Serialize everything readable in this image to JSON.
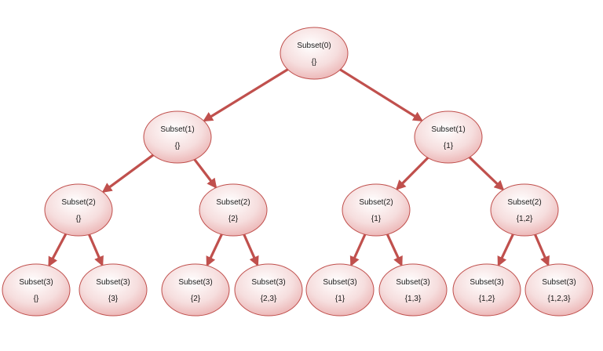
{
  "diagram": {
    "nodes": [
      {
        "id": "n0",
        "title": "Subset(0)",
        "set": "{}"
      },
      {
        "id": "n1a",
        "title": "Subset(1)",
        "set": "{}"
      },
      {
        "id": "n1b",
        "title": "Subset(1)",
        "set": "{1}"
      },
      {
        "id": "n2a",
        "title": "Subset(2)",
        "set": "{}"
      },
      {
        "id": "n2b",
        "title": "Subset(2)",
        "set": "{2}"
      },
      {
        "id": "n2c",
        "title": "Subset(2)",
        "set": "{1}"
      },
      {
        "id": "n2d",
        "title": "Subset(2)",
        "set": "{1,2}"
      },
      {
        "id": "n3a",
        "title": "Subset(3)",
        "set": "{}"
      },
      {
        "id": "n3b",
        "title": "Subset(3)",
        "set": "{3}"
      },
      {
        "id": "n3c",
        "title": "Subset(3)",
        "set": "{2}"
      },
      {
        "id": "n3d",
        "title": "Subset(3)",
        "set": "{2,3}"
      },
      {
        "id": "n3e",
        "title": "Subset(3)",
        "set": "{1}"
      },
      {
        "id": "n3f",
        "title": "Subset(3)",
        "set": "{1,3}"
      },
      {
        "id": "n3g",
        "title": "Subset(3)",
        "set": "{1,2}"
      },
      {
        "id": "n3h",
        "title": "Subset(3)",
        "set": "{1,2,3}"
      }
    ],
    "edges": [
      [
        "n0",
        "n1a"
      ],
      [
        "n0",
        "n1b"
      ],
      [
        "n1a",
        "n2a"
      ],
      [
        "n1a",
        "n2b"
      ],
      [
        "n1b",
        "n2c"
      ],
      [
        "n1b",
        "n2d"
      ],
      [
        "n2a",
        "n3a"
      ],
      [
        "n2a",
        "n3b"
      ],
      [
        "n2b",
        "n3c"
      ],
      [
        "n2b",
        "n3d"
      ],
      [
        "n2c",
        "n3e"
      ],
      [
        "n2c",
        "n3f"
      ],
      [
        "n2d",
        "n3g"
      ],
      [
        "n2d",
        "n3h"
      ]
    ],
    "colors": {
      "edge": "#c0504d",
      "node_border": "#c0504d",
      "node_fill_light": "#ffffff",
      "node_fill_dark": "#e9a9a9"
    }
  }
}
